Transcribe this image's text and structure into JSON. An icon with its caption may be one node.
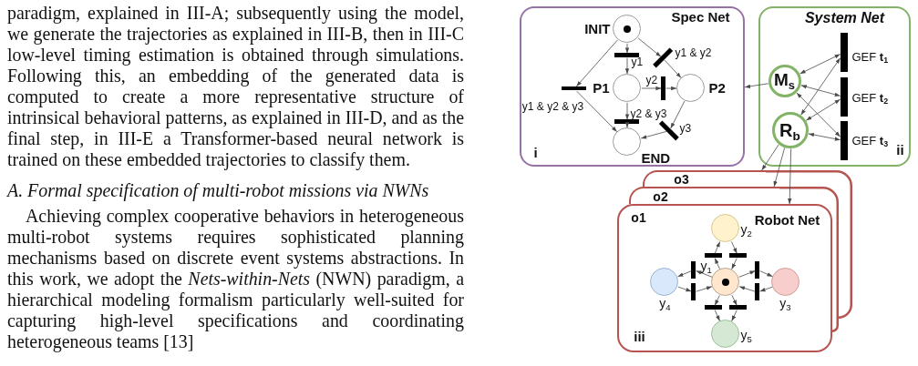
{
  "diagram": {
    "nodes": [
      {
        "text": [
          "Spec Net",
          "i"
        ]
      },
      {
        "text": [],
        "shape": "circle",
        "beside": [
          "INIT"
        ],
        "in": 0
      },
      {
        "text": [],
        "shape": "bar",
        "beside": [
          "y1"
        ],
        "in": 0
      },
      {
        "text": [],
        "shape": "bar",
        "beside": [
          "y1 & y2"
        ],
        "in": 0
      },
      {
        "text": [],
        "shape": "bar",
        "beside": [
          "y1 & y2 & y3"
        ],
        "in": 0
      },
      {
        "text": [],
        "shape": "circle",
        "beside": [
          "P1"
        ],
        "in": 0
      },
      {
        "text": [],
        "shape": "bar",
        "beside": [
          "y2"
        ],
        "in": 0
      },
      {
        "text": [],
        "shape": "circle",
        "beside": [
          "P2"
        ],
        "in": 0
      },
      {
        "text": [],
        "shape": "bar",
        "beside": [
          "y2 & y3"
        ],
        "in": 0
      },
      {
        "text": [],
        "shape": "bar",
        "beside": [
          "y3"
        ],
        "in": 0
      },
      {
        "text": [],
        "shape": "circle",
        "beside": [
          "END"
        ],
        "in": 0
      },
      {
        "text": [
          "System Net",
          "ii"
        ]
      },
      {
        "text": [
          "M$_{s}$"
        ],
        "in": 11
      },
      {
        "text": [
          "R$_{b}$"
        ],
        "in": 11
      },
      {
        "text": [],
        "shape": "bar",
        "beside": [
          "GEF **t**$_{1}$"
        ],
        "in": 11
      },
      {
        "text": [],
        "shape": "bar",
        "beside": [
          "GEF **t**$_{2}$"
        ],
        "in": 11
      },
      {
        "text": [],
        "shape": "bar",
        "beside": [
          "GEF **t**$_{3}$"
        ],
        "in": 11
      },
      {
        "text": [
          "o3"
        ]
      },
      {
        "text": [
          "o2"
        ]
      },
      {
        "text": [
          "o1",
          "Robot Net",
          "iii"
        ]
      },
      {
        "text": [],
        "shape": "circle",
        "beside": [
          "y$_{2}$"
        ],
        "in": 19
      },
      {
        "text": [],
        "shape": "bar",
        "in": 19
      },
      {
        "text": [],
        "shape": "bar",
        "in": 19
      },
      {
        "text": [],
        "shape": "bar",
        "in": 19
      },
      {
        "text": [],
        "shape": "bar",
        "in": 19
      },
      {
        "text": [],
        "shape": "circle",
        "beside": [
          "y$_{4}$"
        ],
        "in": 19
      },
      {
        "text": [],
        "shape": "circle",
        "beside": [
          "y$_{1}$"
        ],
        "in": 19
      },
      {
        "text": [],
        "shape": "circle",
        "beside": [
          "y$_{3}$"
        ],
        "in": 19
      },
      {
        "text": [],
        "shape": "bar",
        "in": 19
      },
      {
        "text": [],
        "shape": "bar",
        "in": 19
      },
      {
        "text": [],
        "shape": "bar",
        "in": 19
      },
      {
        "text": [],
        "shape": "bar",
        "in": 19
      },
      {
        "text": [],
        "shape": "circle",
        "beside": [
          "y$_{5}$"
        ],
        "in": 19
      }
    ],
    "edges": [
      {
        "from": 1,
        "to": 2,
        "arrow": "to"
      },
      {
        "from": 2,
        "to": 5,
        "arrow": "to"
      },
      {
        "from": 1,
        "to": 3,
        "arrow": "to"
      },
      {
        "from": 3,
        "to": 7,
        "arrow": "to"
      },
      {
        "from": 1,
        "to": 4,
        "arrow": "to"
      },
      {
        "from": 4,
        "to": 10,
        "arrow": "to"
      },
      {
        "from": 5,
        "to": 6,
        "arrow": "to"
      },
      {
        "from": 6,
        "to": 7,
        "arrow": "to"
      },
      {
        "from": 5,
        "to": 8,
        "arrow": "to"
      },
      {
        "from": 8,
        "to": 10,
        "arrow": "to"
      },
      {
        "from": 7,
        "to": 9,
        "arrow": "to"
      },
      {
        "from": 9,
        "to": 10,
        "arrow": "to"
      },
      {
        "from": 12,
        "to": 0,
        "arrow": "to"
      },
      {
        "from": 12,
        "to": 14,
        "arrow": "both"
      },
      {
        "from": 12,
        "to": 15,
        "arrow": "both"
      },
      {
        "from": 12,
        "to": 16,
        "arrow": "both"
      },
      {
        "from": 13,
        "to": 14,
        "arrow": "both"
      },
      {
        "from": 13,
        "to": 15,
        "arrow": "both"
      },
      {
        "from": 13,
        "to": 16,
        "arrow": "both"
      },
      {
        "from": 13,
        "to": 17,
        "arrow": "to"
      },
      {
        "from": 13,
        "to": 18,
        "arrow": "to"
      },
      {
        "from": 13,
        "to": 19,
        "arrow": "to"
      },
      {
        "from": 26,
        "to": 21,
        "arrow": "to"
      },
      {
        "from": 21,
        "to": 20,
        "arrow": "to"
      },
      {
        "from": 20,
        "to": 22,
        "arrow": "to"
      },
      {
        "from": 22,
        "to": 26,
        "arrow": "to"
      },
      {
        "from": 26,
        "to": 23,
        "arrow": "to"
      },
      {
        "from": 23,
        "to": 25,
        "arrow": "to"
      },
      {
        "from": 25,
        "to": 28,
        "arrow": "to"
      },
      {
        "from": 28,
        "to": 26,
        "arrow": "to"
      },
      {
        "from": 26,
        "to": 24,
        "arrow": "to"
      },
      {
        "from": 24,
        "to": 27,
        "arrow": "to"
      },
      {
        "from": 27,
        "to": 29,
        "arrow": "to"
      },
      {
        "from": 29,
        "to": 26,
        "arrow": "to"
      },
      {
        "from": 26,
        "to": 30,
        "arrow": "to"
      },
      {
        "from": 30,
        "to": 32,
        "arrow": "to"
      },
      {
        "from": 26,
        "to": 31,
        "arrow": "to"
      },
      {
        "from": 31,
        "to": 32,
        "arrow": "to"
      }
    ],
    "labels": [
      "paradigm, explained in III-A; subsequently using the model, we generate the trajectories as explained in III-B, then in III-C low-level timing estimation is obtained through simulations. Following this, an embedding of the generated data is computed to create a more representative structure of intrinsical behavioral patterns, as explained in III-D, and as the final step, in III-E a Transformer-based neural network is trained on these embedded trajectories to classify them.",
      "A. Formal specification of multi-robot missions via NWNs",
      "Achieving complex cooperative behaviors in heterogeneous multi-robot systems requires sophisticated planning mechanisms based on discrete event systems abstractions. In this work, we adopt the *Nets-within-Nets* (NWN) paradigm, a hierarchical modeling formalism particularly well-suited for capturing high-level specifications and coordinating heterogeneous teams [13]"
    ]
  }
}
